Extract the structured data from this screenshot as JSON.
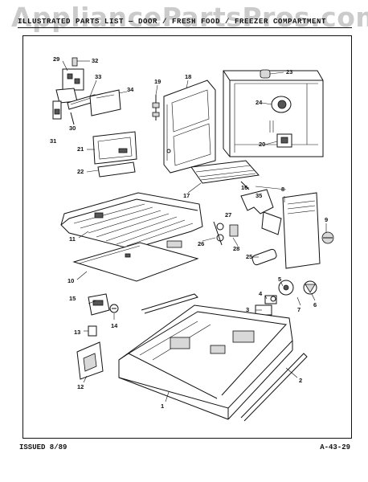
{
  "watermark": "AppliancePartsPros.com",
  "header": {
    "text": "ILLUSTRATED PARTS LIST — DOOR / FRESH FOOD / FREEZER COMPARTMENT"
  },
  "footer": {
    "issued": "ISSUED 8/89",
    "page": "A-43-29"
  },
  "callouts": {
    "c1": "1",
    "c2": "2",
    "c3": "3",
    "c4": "4",
    "c5": "5",
    "c6": "6",
    "c7": "7",
    "c8": "8",
    "c9": "9",
    "c10": "10",
    "c11": "11",
    "c12": "12",
    "c13": "13",
    "c14": "14",
    "c15": "15",
    "c16": "16",
    "c17": "17",
    "c18": "18",
    "c19": "19",
    "c20": "20",
    "c21": "21",
    "c22": "22",
    "c23": "23",
    "c24": "24",
    "c25": "25",
    "c26": "26",
    "c27": "27",
    "c28": "28",
    "c29": "29",
    "c30": "30",
    "c31": "31",
    "c32": "32",
    "c33": "33",
    "c34": "34",
    "c35": "35"
  }
}
